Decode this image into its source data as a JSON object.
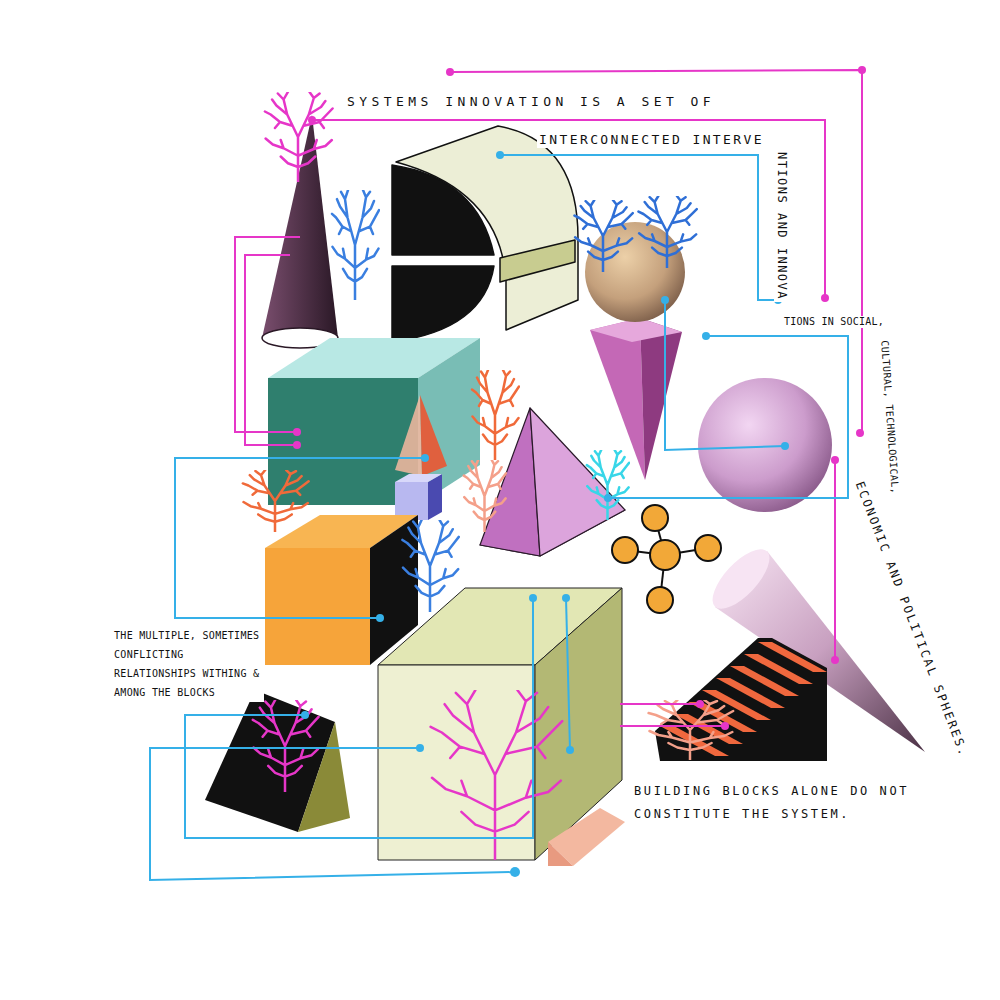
{
  "diagram": {
    "labels": [
      "SYSTEMS INNOVATION IS A SET OF",
      "INTERCONNECTED INTERVE",
      "NTIONS AND INNOVA",
      "TIONS IN SOCIAL,",
      "CULTURAL, TECHNOLOGICAL,",
      "ECONOMIC AND POLITICAL SPHERES.",
      "THE MULTIPLE, SOMETIMES CONFLICTING RELATIONSHIPS WITHING & AMONG THE BLOCKS",
      "BUILDING BLOCKS ALONE DO NOT CONSTITUTE THE SYSTEM."
    ]
  }
}
